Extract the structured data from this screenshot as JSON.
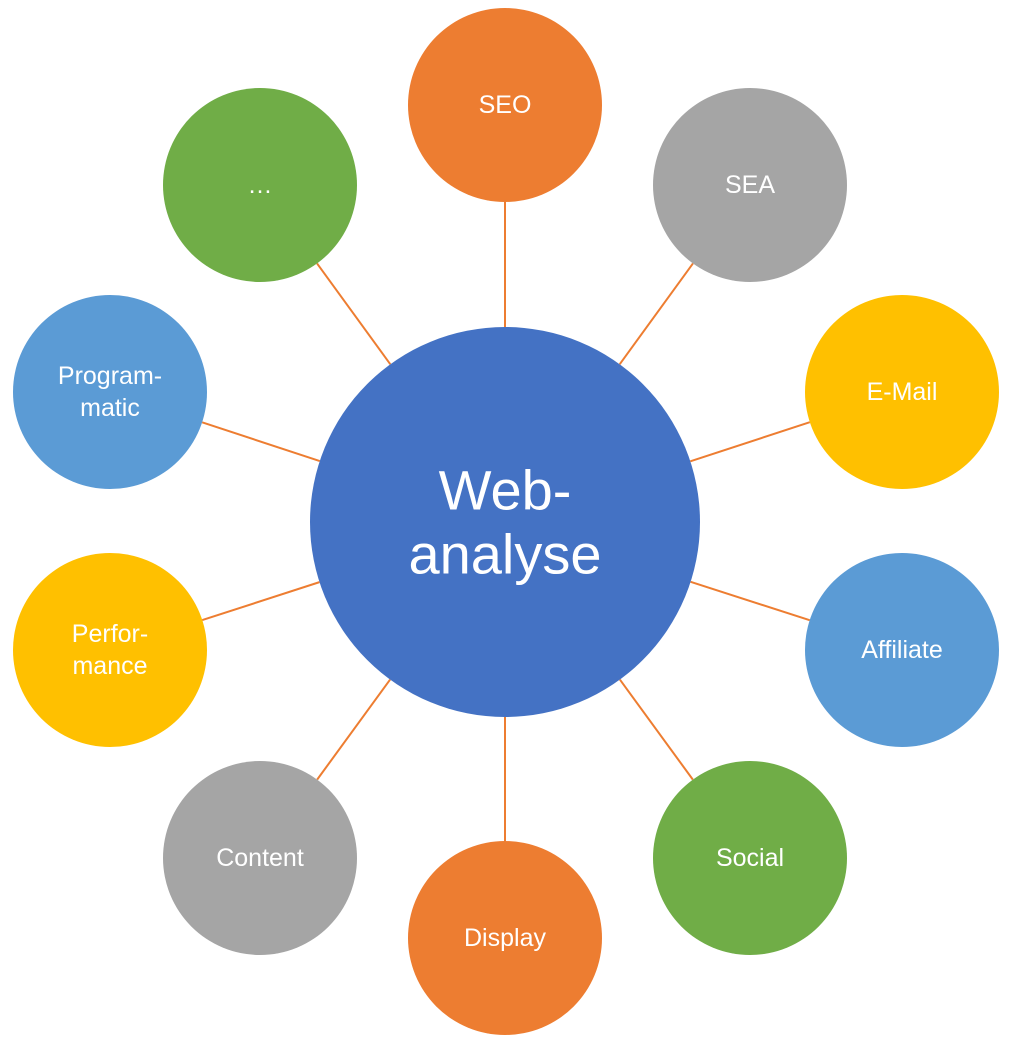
{
  "colors": {
    "center": "#4472C4",
    "connector": "#ED7D31",
    "orange": "#ED7D31",
    "gray": "#A5A5A5",
    "yellow": "#FFC000",
    "blue": "#5B9BD5",
    "green": "#70AD47"
  },
  "center": {
    "name": "web-analyse-hub",
    "lines": [
      "Web-",
      "analyse"
    ],
    "color": "center"
  },
  "nodes": [
    {
      "name": "node-seo",
      "lines": [
        "SEO"
      ],
      "color": "orange"
    },
    {
      "name": "node-sea",
      "lines": [
        "SEA"
      ],
      "color": "gray"
    },
    {
      "name": "node-email",
      "lines": [
        "E-Mail"
      ],
      "color": "yellow"
    },
    {
      "name": "node-affiliate",
      "lines": [
        "Affiliate"
      ],
      "color": "blue"
    },
    {
      "name": "node-social",
      "lines": [
        "Social"
      ],
      "color": "green"
    },
    {
      "name": "node-display",
      "lines": [
        "Display"
      ],
      "color": "orange"
    },
    {
      "name": "node-content",
      "lines": [
        "Content"
      ],
      "color": "gray"
    },
    {
      "name": "node-performance",
      "lines": [
        "Perfor-",
        "mance"
      ],
      "color": "yellow"
    },
    {
      "name": "node-programmatic",
      "lines": [
        "Program-",
        "matic"
      ],
      "color": "blue"
    },
    {
      "name": "node-more",
      "lines": [
        "…"
      ],
      "color": "green"
    }
  ]
}
